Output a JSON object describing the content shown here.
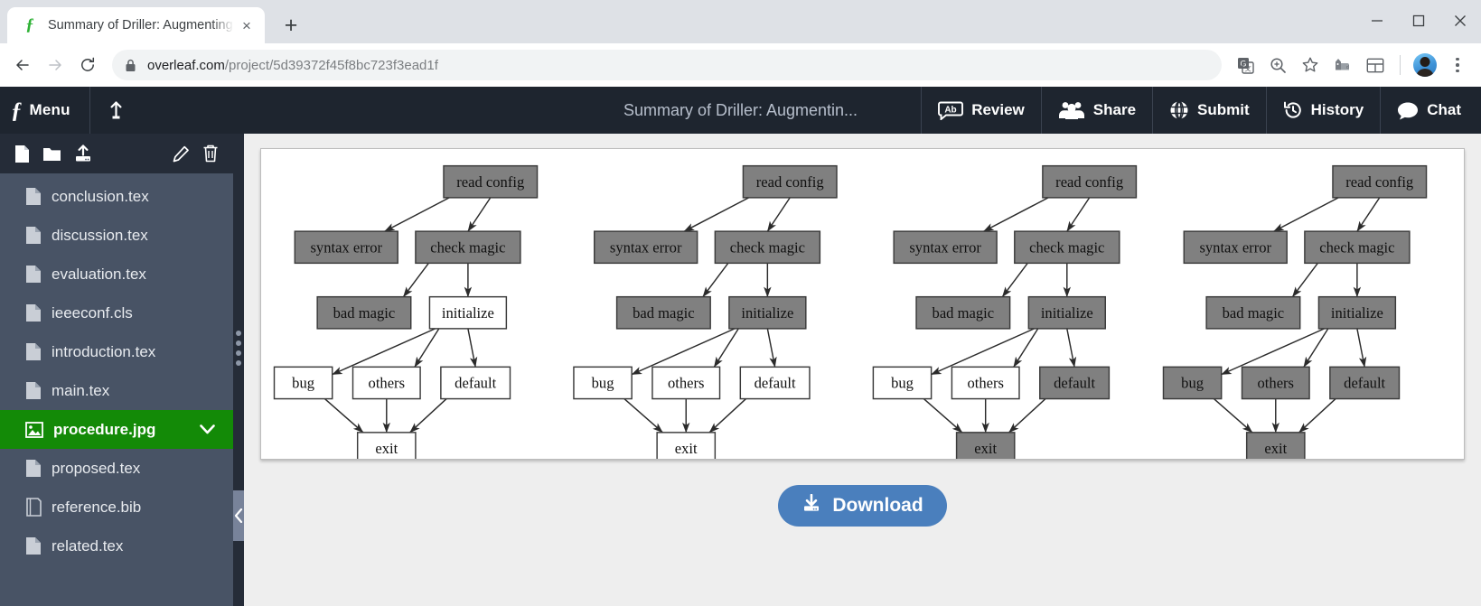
{
  "browser": {
    "tab": {
      "title": "Summary of Driller: Augmenting",
      "favicon": "overleaf-logo-icon",
      "close": "×"
    },
    "newtab_label": "+",
    "window_controls": {
      "minimize": "minimize-icon",
      "maximize": "maximize-icon",
      "close": "close-icon"
    },
    "url": {
      "prefix": "overleaf.com",
      "suffix": "/project/5d39372f45f8bc723f3ead1f",
      "lock": "lock-icon"
    },
    "toolbar_icons": [
      "translate-icon",
      "zoom-icon",
      "bookmark-star-icon",
      "extension-icon",
      "split-screen-icon",
      "profile-avatar",
      "three-dot-menu-icon"
    ]
  },
  "overleaf": {
    "logo": "ƒ",
    "menu_label": "Menu",
    "upload_icon": "upload-icon",
    "project_title": "Summary of Driller: Augmentin...",
    "actions": [
      {
        "label": "Review",
        "icon": "review-icon"
      },
      {
        "label": "Share",
        "icon": "share-people-icon"
      },
      {
        "label": "Submit",
        "icon": "submit-globe-icon"
      },
      {
        "label": "History",
        "icon": "history-clock-icon"
      },
      {
        "label": "Chat",
        "icon": "chat-bubble-icon"
      }
    ],
    "file_tools": [
      "new-file-icon",
      "new-folder-icon",
      "upload-file-icon",
      "rename-pencil-icon",
      "delete-trash-icon"
    ],
    "files": [
      {
        "name": "conclusion.tex",
        "icon": "file-icon",
        "selected": false
      },
      {
        "name": "discussion.tex",
        "icon": "file-icon",
        "selected": false
      },
      {
        "name": "evaluation.tex",
        "icon": "file-icon",
        "selected": false
      },
      {
        "name": "ieeeconf.cls",
        "icon": "file-icon",
        "selected": false
      },
      {
        "name": "introduction.tex",
        "icon": "file-icon",
        "selected": false
      },
      {
        "name": "main.tex",
        "icon": "file-icon",
        "selected": false
      },
      {
        "name": "procedure.jpg",
        "icon": "image-file-icon",
        "selected": true,
        "caret": "chevron-down-icon"
      },
      {
        "name": "proposed.tex",
        "icon": "file-icon",
        "selected": false
      },
      {
        "name": "reference.bib",
        "icon": "bib-file-icon",
        "selected": false
      },
      {
        "name": "related.tex",
        "icon": "file-icon",
        "selected": false
      }
    ],
    "sidebar_collapse_icon": "chevron-left-icon",
    "download_label": "Download",
    "download_icon": "download-icon",
    "colors": {
      "selected_file": "#138a07",
      "download_button": "#4a7fbd",
      "topbar": "#1e252f",
      "sidebar": "#485365"
    }
  },
  "figure": {
    "node_labels": {
      "read_config": "read config",
      "syntax_error": "syntax error",
      "check_magic": "check magic",
      "bad_magic": "bad magic",
      "initialize": "initialize",
      "bug": "bug",
      "others": "others",
      "default": "default",
      "exit": "exit"
    },
    "gray_fill": "#808080",
    "white_fill": "#ffffff",
    "panels": [
      {
        "name": "stage-1",
        "filled": [
          "read config",
          "syntax error",
          "check magic",
          "bad magic"
        ],
        "unfilled": [
          "initialize",
          "bug",
          "others",
          "default",
          "exit"
        ]
      },
      {
        "name": "stage-2",
        "filled": [
          "read config",
          "syntax error",
          "check magic",
          "bad magic",
          "initialize"
        ],
        "unfilled": [
          "bug",
          "others",
          "default",
          "exit"
        ]
      },
      {
        "name": "stage-3",
        "filled": [
          "read config",
          "syntax error",
          "check magic",
          "bad magic",
          "initialize",
          "default",
          "exit"
        ],
        "unfilled": [
          "bug",
          "others"
        ]
      },
      {
        "name": "stage-4",
        "filled": [
          "read config",
          "syntax error",
          "check magic",
          "bad magic",
          "initialize",
          "bug",
          "others",
          "default",
          "exit"
        ],
        "unfilled": []
      }
    ],
    "edges": [
      [
        "read config",
        "syntax error"
      ],
      [
        "read config",
        "check magic"
      ],
      [
        "check magic",
        "bad magic"
      ],
      [
        "check magic",
        "initialize"
      ],
      [
        "initialize",
        "bug"
      ],
      [
        "initialize",
        "others"
      ],
      [
        "initialize",
        "default"
      ],
      [
        "bug",
        "exit"
      ],
      [
        "others",
        "exit"
      ],
      [
        "default",
        "exit"
      ]
    ]
  }
}
